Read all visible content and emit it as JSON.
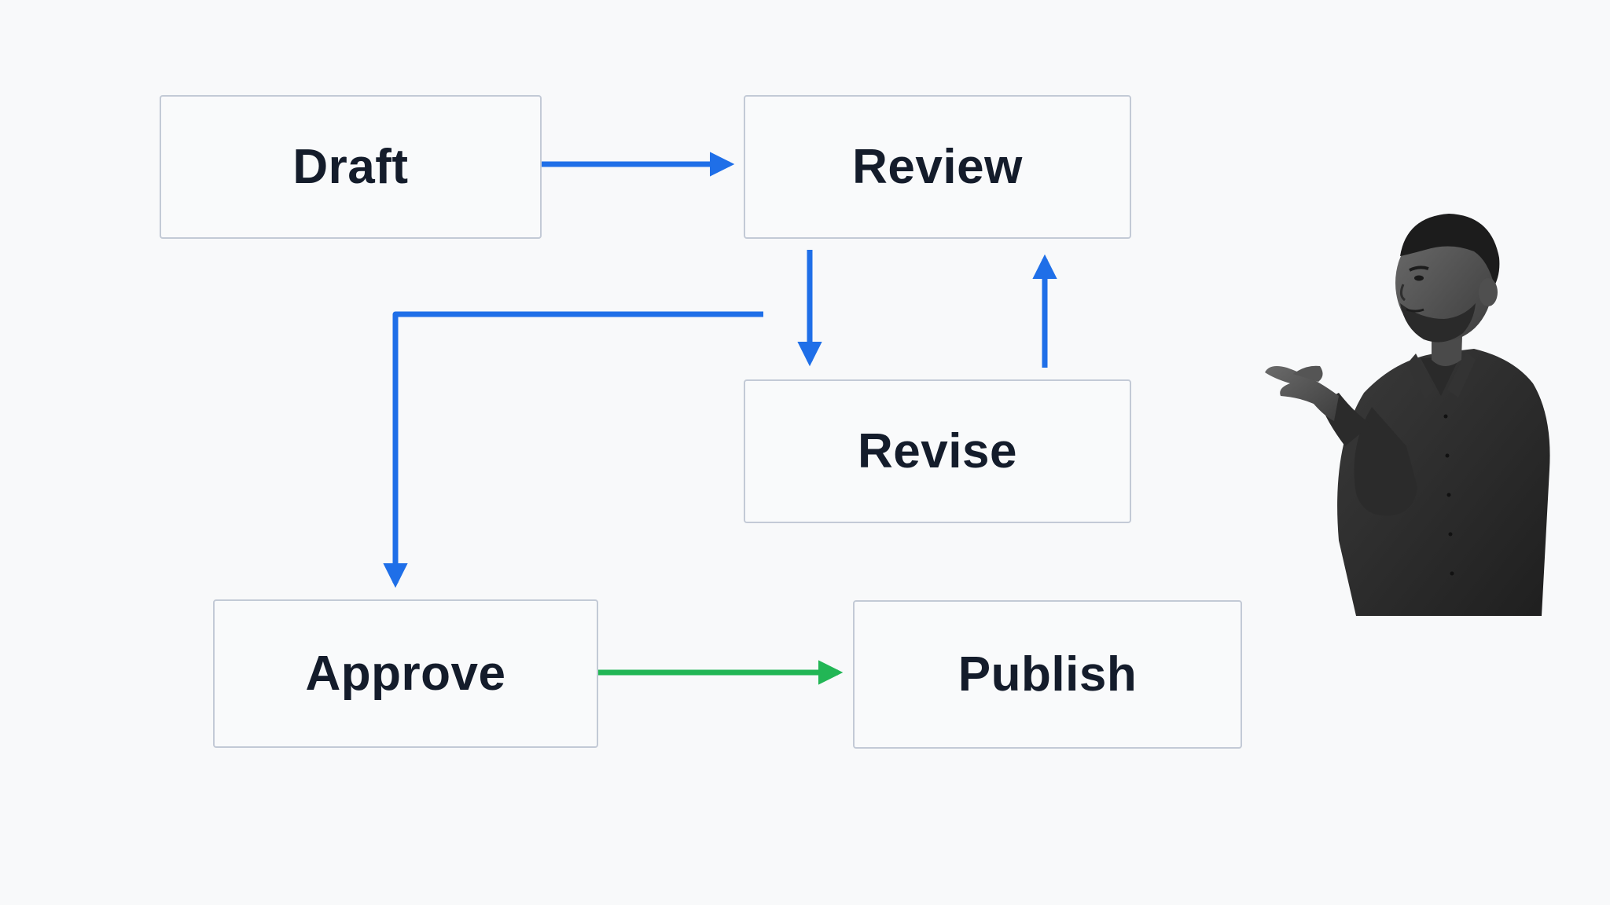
{
  "diagram": {
    "nodes": [
      {
        "id": "draft",
        "label": "Draft"
      },
      {
        "id": "review",
        "label": "Review"
      },
      {
        "id": "revise",
        "label": "Revise"
      },
      {
        "id": "approve",
        "label": "Approve"
      },
      {
        "id": "publish",
        "label": "Publish"
      }
    ],
    "edges": [
      {
        "from": "draft",
        "to": "review",
        "color": "#1f6fe8"
      },
      {
        "from": "review",
        "to": "revise",
        "color": "#1f6fe8"
      },
      {
        "from": "revise",
        "to": "review",
        "color": "#1f6fe8"
      },
      {
        "from": "review",
        "to": "approve",
        "color": "#1f6fe8"
      },
      {
        "from": "approve",
        "to": "publish",
        "color": "#22b655"
      }
    ]
  },
  "colors": {
    "background": "#f8f9fa",
    "node_border": "#c3cad6",
    "node_text": "#141c2b",
    "flow_arrow": "#1f6fe8",
    "final_arrow": "#22b655"
  },
  "presenter": {
    "icon": "presenter-person-gesturing-icon"
  }
}
